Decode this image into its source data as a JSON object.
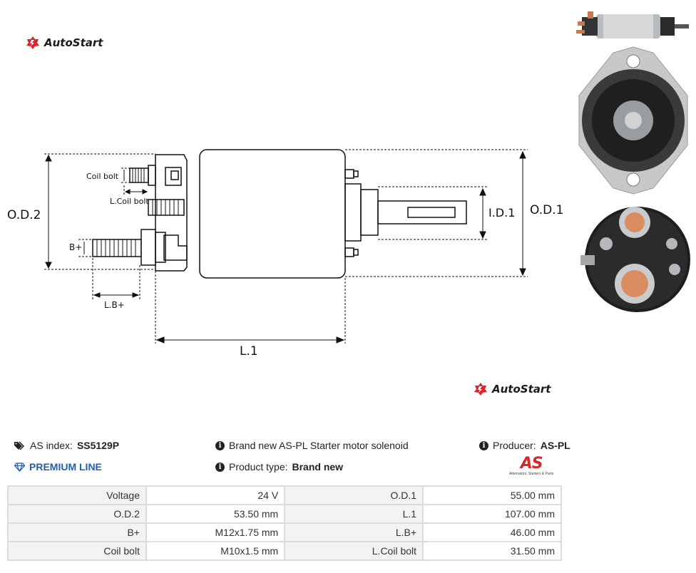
{
  "brand": {
    "logo_text": "AutoStart"
  },
  "drawing": {
    "labels": {
      "coil_bolt": "Coil bolt",
      "l_coil_bolt": "L.Coil bolt",
      "b_plus": "B+",
      "l_b_plus": "L.B+",
      "od2": "O.D.2",
      "od1": "O.D.1",
      "id1": "I.D.1",
      "l1": "L.1"
    }
  },
  "info": {
    "as_index_label": "AS index:",
    "as_index_value": "SS5129P",
    "description": "Brand new AS-PL Starter motor solenoid",
    "producer_label": "Producer:",
    "producer_value": "AS-PL",
    "premium": "PREMIUM LINE",
    "product_type_label": "Product type:",
    "product_type_value": "Brand new",
    "aspl_logo_text": "AS",
    "aspl_tagline": "Alternators, Starters & Parts"
  },
  "specs": [
    {
      "label": "Voltage",
      "value": "24 V",
      "label2": "O.D.1",
      "value2": "55.00 mm"
    },
    {
      "label": "O.D.2",
      "value": "53.50 mm",
      "label2": "L.1",
      "value2": "107.00 mm"
    },
    {
      "label": "B+",
      "value": "M12x1.75 mm",
      "label2": "L.B+",
      "value2": "46.00 mm"
    },
    {
      "label": "Coil bolt",
      "value": "M10x1.5 mm",
      "label2": "L.Coil bolt",
      "value2": "31.50 mm"
    }
  ],
  "colors": {
    "brand_red": "#e0232b",
    "premium_blue": "#1f5fb0",
    "aspl_red": "#d8262d"
  }
}
